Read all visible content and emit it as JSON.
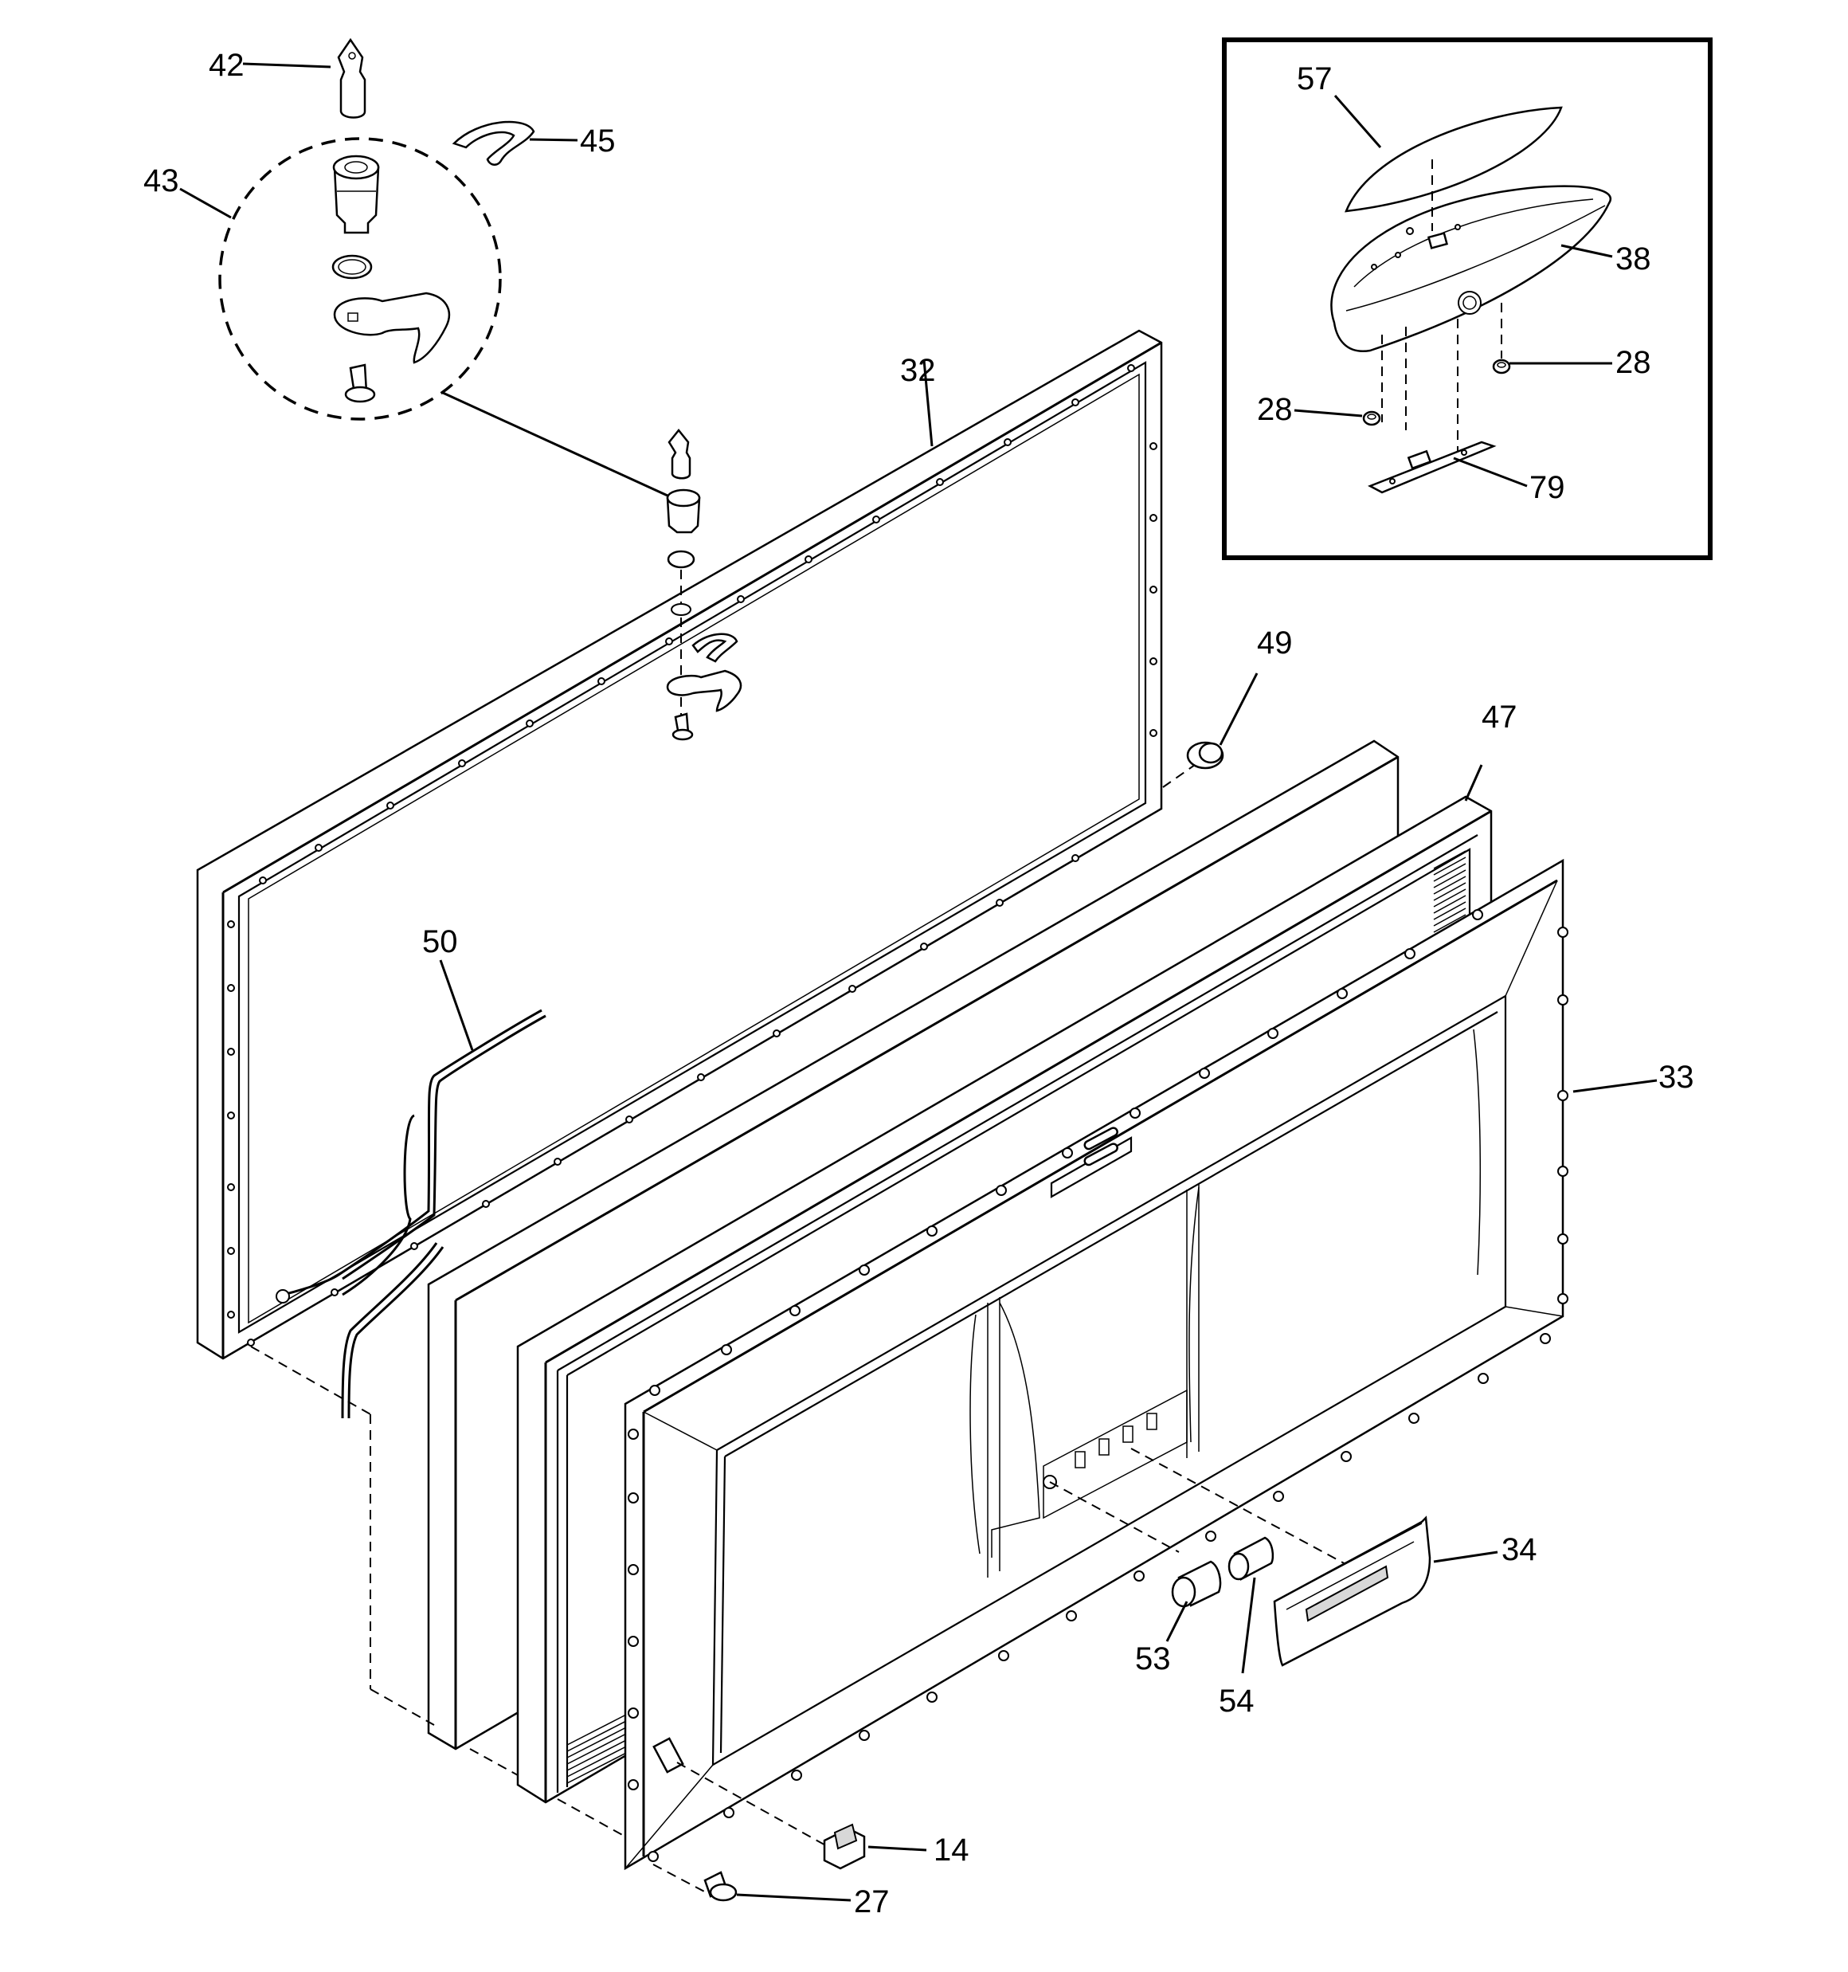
{
  "diagram": {
    "callouts": {
      "c42": "42",
      "c45": "45",
      "c43": "43",
      "c32": "32",
      "c57": "57",
      "c38": "38",
      "c28a": "28",
      "c28b": "28",
      "c79": "79",
      "c49": "49",
      "c47": "47",
      "c50": "50",
      "c33": "33",
      "c34": "34",
      "c53": "53",
      "c54": "54",
      "c14": "14",
      "c27": "27"
    }
  }
}
